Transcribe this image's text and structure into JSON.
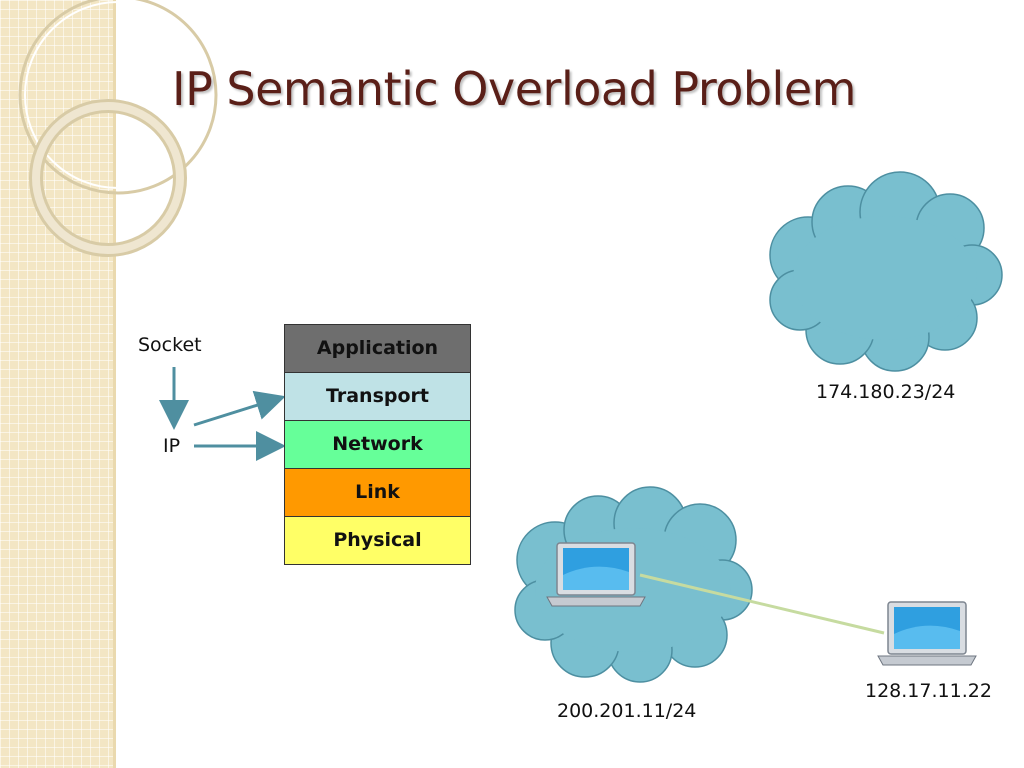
{
  "slide": {
    "title": "IP Semantic Overload Problem"
  },
  "labels": {
    "socket": "Socket",
    "ip": "IP"
  },
  "stack": {
    "layers": [
      {
        "label": "Application",
        "color": "#6e6e6e"
      },
      {
        "label": "Transport",
        "color": "#bfe2e6"
      },
      {
        "label": "Network",
        "color": "#66ff99"
      },
      {
        "label": "Link",
        "color": "#ff9900"
      },
      {
        "label": "Physical",
        "color": "#ffff66"
      }
    ]
  },
  "networks": {
    "cloud_top": "174.180.23/24",
    "cloud_bottom": "200.201.11/24",
    "host": "128.17.11.22"
  },
  "colors": {
    "cloud": "#79bfcf",
    "cloud_stroke": "#4d8fa1",
    "arrow": "#4f8fa0",
    "link_line": "#c6dba0",
    "title": "#5a1f18"
  }
}
